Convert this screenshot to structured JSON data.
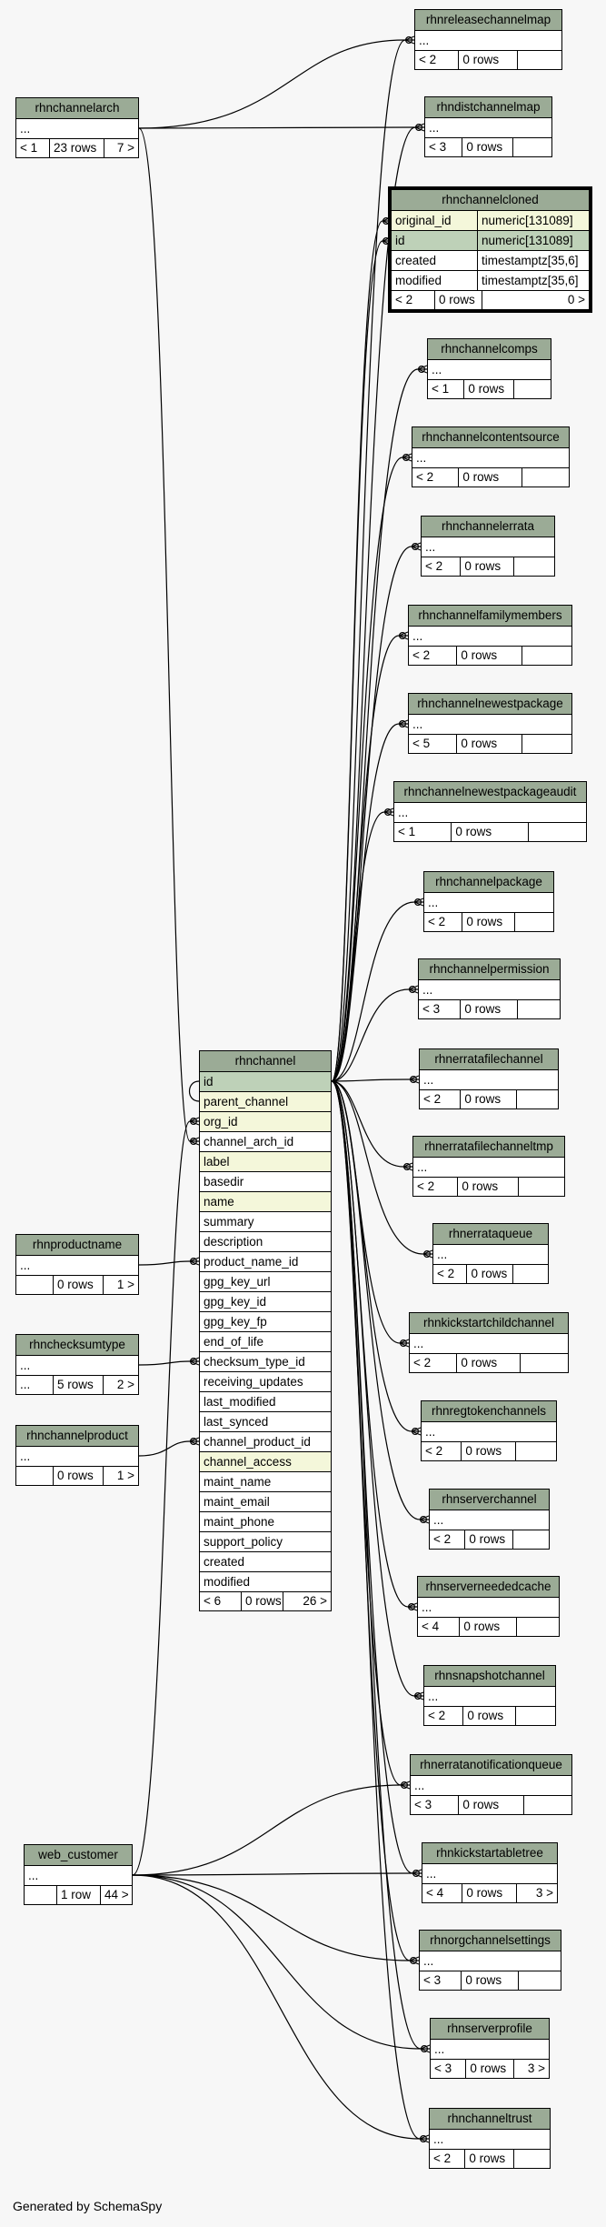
{
  "diagram": {
    "credit": "Generated by SchemaSpy",
    "edge_color": "#000000",
    "header_color": "#9bab96",
    "pk_color": "#bed1b8",
    "indexed_color": "#f4f7da",
    "focus": {
      "name": "rhnchannel",
      "rows": [
        {
          "label": "id",
          "kind": "pk"
        },
        {
          "label": "parent_channel",
          "kind": "idx"
        },
        {
          "label": "org_id",
          "kind": "idx"
        },
        {
          "label": "channel_arch_id",
          "kind": ""
        },
        {
          "label": "label",
          "kind": "idx"
        },
        {
          "label": "basedir",
          "kind": ""
        },
        {
          "label": "name",
          "kind": "idx"
        },
        {
          "label": "summary",
          "kind": ""
        },
        {
          "label": "description",
          "kind": ""
        },
        {
          "label": "product_name_id",
          "kind": ""
        },
        {
          "label": "gpg_key_url",
          "kind": ""
        },
        {
          "label": "gpg_key_id",
          "kind": ""
        },
        {
          "label": "gpg_key_fp",
          "kind": ""
        },
        {
          "label": "end_of_life",
          "kind": ""
        },
        {
          "label": "checksum_type_id",
          "kind": ""
        },
        {
          "label": "receiving_updates",
          "kind": ""
        },
        {
          "label": "last_modified",
          "kind": ""
        },
        {
          "label": "last_synced",
          "kind": ""
        },
        {
          "label": "channel_product_id",
          "kind": ""
        },
        {
          "label": "channel_access",
          "kind": "idx"
        },
        {
          "label": "maint_name",
          "kind": ""
        },
        {
          "label": "maint_email",
          "kind": ""
        },
        {
          "label": "maint_phone",
          "kind": ""
        },
        {
          "label": "support_policy",
          "kind": ""
        },
        {
          "label": "created",
          "kind": ""
        },
        {
          "label": "modified",
          "kind": ""
        }
      ],
      "footer": [
        "< 6",
        "0 rows",
        "26 >"
      ]
    },
    "cloned": {
      "name": "rhnchannelcloned",
      "rows": [
        {
          "col": "original_id",
          "type": "numeric[131089]",
          "kind": "idx"
        },
        {
          "col": "id",
          "type": "numeric[131089]",
          "kind": "pk"
        },
        {
          "col": "created",
          "type": "timestamptz[35,6]",
          "kind": ""
        },
        {
          "col": "modified",
          "type": "timestamptz[35,6]",
          "kind": ""
        }
      ],
      "footer": [
        "< 2",
        "0 rows",
        "0 >"
      ]
    },
    "parents": [
      {
        "id": "rhnchannelarch",
        "name": "rhnchannelarch",
        "footer": [
          "< 1",
          "23 rows",
          "7 >"
        ]
      },
      {
        "id": "rhnproductname",
        "name": "rhnproductname",
        "footer": [
          "",
          "0 rows",
          "1 >"
        ]
      },
      {
        "id": "rhnchecksumtype",
        "name": "rhnchecksumtype",
        "footer": [
          "...",
          "5 rows",
          "2 >"
        ]
      },
      {
        "id": "rhnchannelproduct",
        "name": "rhnchannelproduct",
        "footer": [
          "",
          "0 rows",
          "1 >"
        ]
      },
      {
        "id": "web_customer",
        "name": "web_customer",
        "footer": [
          "",
          "1 row",
          "44 >"
        ]
      }
    ],
    "children": [
      {
        "id": "rhnreleasechannelmap",
        "name": "rhnreleasechannelmap",
        "footer": [
          "< 2",
          "0 rows",
          ""
        ]
      },
      {
        "id": "rhndistchannelmap",
        "name": "rhndistchannelmap",
        "footer": [
          "< 3",
          "0 rows",
          ""
        ]
      },
      {
        "id": "rhnchannelcomps",
        "name": "rhnchannelcomps",
        "footer": [
          "< 1",
          "0 rows",
          ""
        ]
      },
      {
        "id": "rhnchannelcontentsource",
        "name": "rhnchannelcontentsource",
        "footer": [
          "< 2",
          "0 rows",
          ""
        ]
      },
      {
        "id": "rhnchannelerrata",
        "name": "rhnchannelerrata",
        "footer": [
          "< 2",
          "0 rows",
          ""
        ]
      },
      {
        "id": "rhnchannelfamilymembers",
        "name": "rhnchannelfamilymembers",
        "footer": [
          "< 2",
          "0 rows",
          ""
        ]
      },
      {
        "id": "rhnchannelnewestpackage",
        "name": "rhnchannelnewestpackage",
        "footer": [
          "< 5",
          "0 rows",
          ""
        ]
      },
      {
        "id": "rhnchannelnewestpackageaudit",
        "name": "rhnchannelnewestpackageaudit",
        "footer": [
          "< 1",
          "0 rows",
          ""
        ]
      },
      {
        "id": "rhnchannelpackage",
        "name": "rhnchannelpackage",
        "footer": [
          "< 2",
          "0 rows",
          ""
        ]
      },
      {
        "id": "rhnchannelpermission",
        "name": "rhnchannelpermission",
        "footer": [
          "< 3",
          "0 rows",
          ""
        ]
      },
      {
        "id": "rhnerratafilechannel",
        "name": "rhnerratafilechannel",
        "footer": [
          "< 2",
          "0 rows",
          ""
        ]
      },
      {
        "id": "rhnerratafilechanneltmp",
        "name": "rhnerratafilechanneltmp",
        "footer": [
          "< 2",
          "0 rows",
          ""
        ]
      },
      {
        "id": "rhnerrataqueue",
        "name": "rhnerrataqueue",
        "footer": [
          "< 2",
          "0 rows",
          ""
        ]
      },
      {
        "id": "rhnkickstartchildchannel",
        "name": "rhnkickstartchildchannel",
        "footer": [
          "< 2",
          "0 rows",
          ""
        ]
      },
      {
        "id": "rhnregtokenchannels",
        "name": "rhnregtokenchannels",
        "footer": [
          "< 2",
          "0 rows",
          ""
        ]
      },
      {
        "id": "rhnserverchannel",
        "name": "rhnserverchannel",
        "footer": [
          "< 2",
          "0 rows",
          ""
        ]
      },
      {
        "id": "rhnserverneededcache",
        "name": "rhnserverneededcache",
        "footer": [
          "< 4",
          "0 rows",
          ""
        ]
      },
      {
        "id": "rhnsnapshotchannel",
        "name": "rhnsnapshotchannel",
        "footer": [
          "< 2",
          "0 rows",
          ""
        ]
      },
      {
        "id": "rhnerratanotificationqueue",
        "name": "rhnerratanotificationqueue",
        "footer": [
          "< 3",
          "0 rows",
          ""
        ]
      },
      {
        "id": "rhnkickstartabletree",
        "name": "rhnkickstartabletree",
        "footer": [
          "< 4",
          "0 rows",
          "3 >"
        ]
      },
      {
        "id": "rhnorgchannelsettings",
        "name": "rhnorgchannelsettings",
        "footer": [
          "< 3",
          "0 rows",
          ""
        ]
      },
      {
        "id": "rhnserverprofile",
        "name": "rhnserverprofile",
        "footer": [
          "< 3",
          "0 rows",
          "3 >"
        ]
      },
      {
        "id": "rhnchanneltrust",
        "name": "rhnchanneltrust",
        "footer": [
          "< 2",
          "0 rows",
          ""
        ]
      }
    ],
    "ellipsis": "..."
  }
}
